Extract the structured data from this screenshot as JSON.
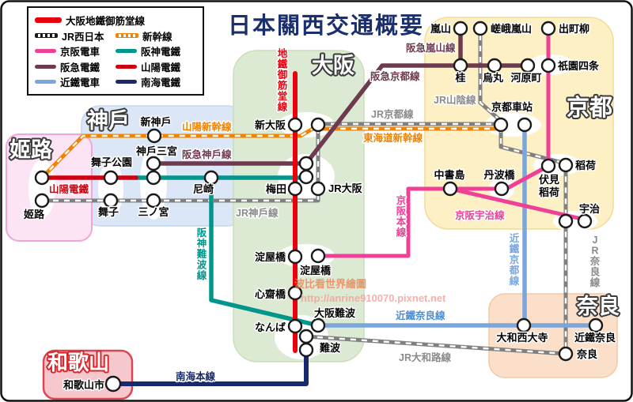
{
  "title": "日本關西交通概要",
  "legend": {
    "midosuji": "大阪地鐵御筋堂線",
    "jr_west": "JR西日本",
    "shinkansen": "新幹線",
    "keihan": "京阪電車",
    "hanshin": "阪神電鐵",
    "hankyu": "阪急電鐵",
    "sanyo": "山陽電鐵",
    "kintetsu": "近鐵電車",
    "nankai": "南海電鐵"
  },
  "regions": {
    "himeji": "姬路",
    "kobe": "神戶",
    "osaka": "大阪",
    "kyoto": "京都",
    "nara": "奈良",
    "wakayama": "和歌山"
  },
  "stations": {
    "himeji": "姬路",
    "wakayamashi": "和歌山市",
    "shin_kobe": "新神戶",
    "kobe_sannomiya": "神戶三宮",
    "maiko_koen": "舞子公園",
    "maiko": "舞子",
    "sannomiya": "三ノ宮",
    "amagasaki": "尼崎",
    "shin_osaka": "新大阪",
    "umeda": "梅田",
    "jr_osaka": "JR大阪",
    "yodoyabashi": "淀屋橋",
    "yodoyabashi2": "淀屋橋",
    "shinsaibashi": "心齋橋",
    "namba_metro": "なんば",
    "osaka_namba": "大阪難波",
    "namba": "難波",
    "arashiyama": "嵐山",
    "saga_arashiyama": "嵯峨嵐山",
    "demachiyanagi": "出町柳",
    "katsura": "桂",
    "karasuma": "烏丸",
    "kawaramachi": "河原町",
    "gion_shijo": "祇園四条",
    "kyoto_station": "京都車站",
    "chushojima": "中書島",
    "tambabashi": "丹波橋",
    "fushimi_inari_1": "伏見",
    "fushimi_inari_2": "稻荷",
    "inari": "稻荷",
    "uji": "宇治",
    "yamato_saidaiji": "大和西大寺",
    "kintetsu_nara": "近鐵奈良",
    "nara": "奈良"
  },
  "lines": {
    "sanyo_shinkansen": "山陽新幹線",
    "tokaido_shinkansen": "東海道新幹線",
    "hankyu_kobe": "阪急神戶線",
    "hankyu_kyoto": "阪急京都線",
    "hankyu_arashiyama": "阪急嵐山線",
    "jr_sanin": "JR山陰線",
    "jr_kyoto": "JR京都線",
    "jr_kobe": "JR神戶線",
    "jr_nara": "JR奈良線",
    "jr_yamatoji": "JR大和路線",
    "keihan_main": "京阪本線",
    "keihan_uji": "京阪宇治線",
    "hanshin_namba": "阪神難波線",
    "kintetsu_kyoto": "近鐵京都線",
    "kintetsu_nara": "近鐵奈良線",
    "nankai_main": "南海本線",
    "sanyo_dentetsu": "山陽電鐵",
    "midosuji": "地鐵御筋堂線"
  },
  "watermark": {
    "line1": "波比看世界繪圖",
    "line2": "http://anrine910070.pixnet.net"
  },
  "colors": {
    "midosuji": "#e8000d",
    "jr": "#808080",
    "shinkansen": "#f08300",
    "keihan": "#ef4097",
    "hanshin": "#00968b",
    "hankyu": "#6e3a50",
    "sanyo": "#d00011",
    "kintetsu": "#7aa6dc",
    "nankai": "#182a6e",
    "title": "#1b2f6e"
  }
}
